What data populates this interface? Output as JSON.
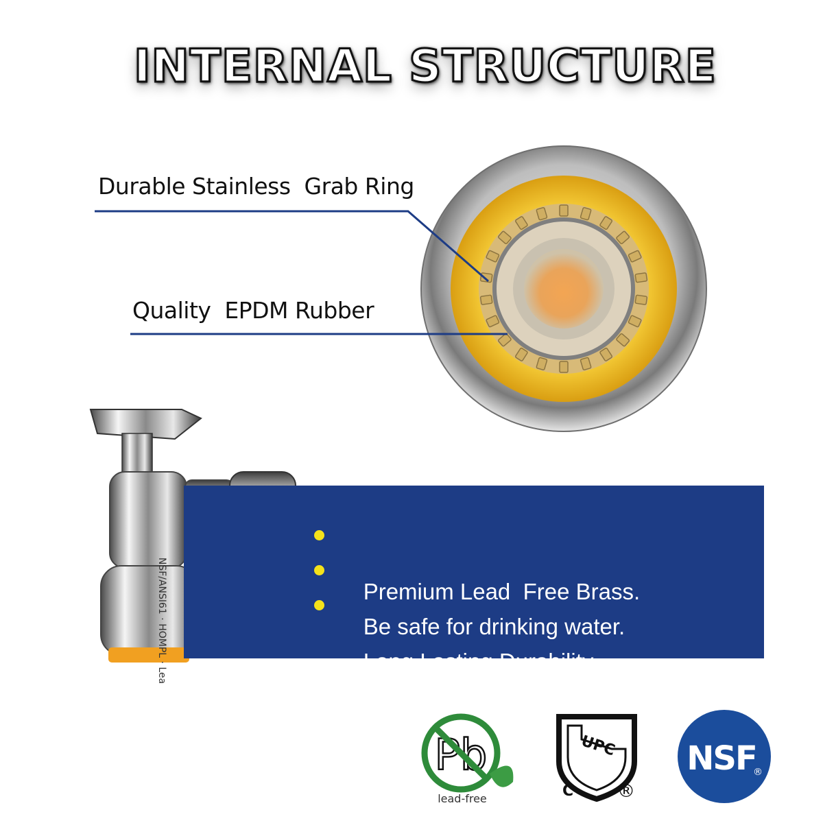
{
  "title": "INTERNAL STRUCTURE",
  "callouts": [
    {
      "label": "Durable Stainless  Grab Ring"
    },
    {
      "label": "Quality  EPDM Rubber"
    }
  ],
  "features": [
    {
      "text": "Premium Lead  Free Brass."
    },
    {
      "text": "Be safe for drinking water."
    },
    {
      "text": "Long Lasting Durability."
    }
  ],
  "certifications": [
    {
      "icon": "lead-free-icon",
      "symbol": "Pb",
      "caption": "lead-free"
    },
    {
      "icon": "upc-shield-icon",
      "text": "UPC",
      "left_mark": "C",
      "right_mark": "®"
    },
    {
      "icon": "nsf-seal-icon",
      "text": "NSF",
      "mark": "®"
    }
  ],
  "valve_markings": "NSF/ANSI61 · HOMPL · Lea",
  "colors": {
    "panel": "#1d3c85",
    "bullet": "#f4e21a",
    "callout_line": "#1d3c85",
    "rubber_yellow": "#f0c02a",
    "nsf_blue": "#1b4d9c",
    "lead_free_green": "#2e8b3a"
  }
}
